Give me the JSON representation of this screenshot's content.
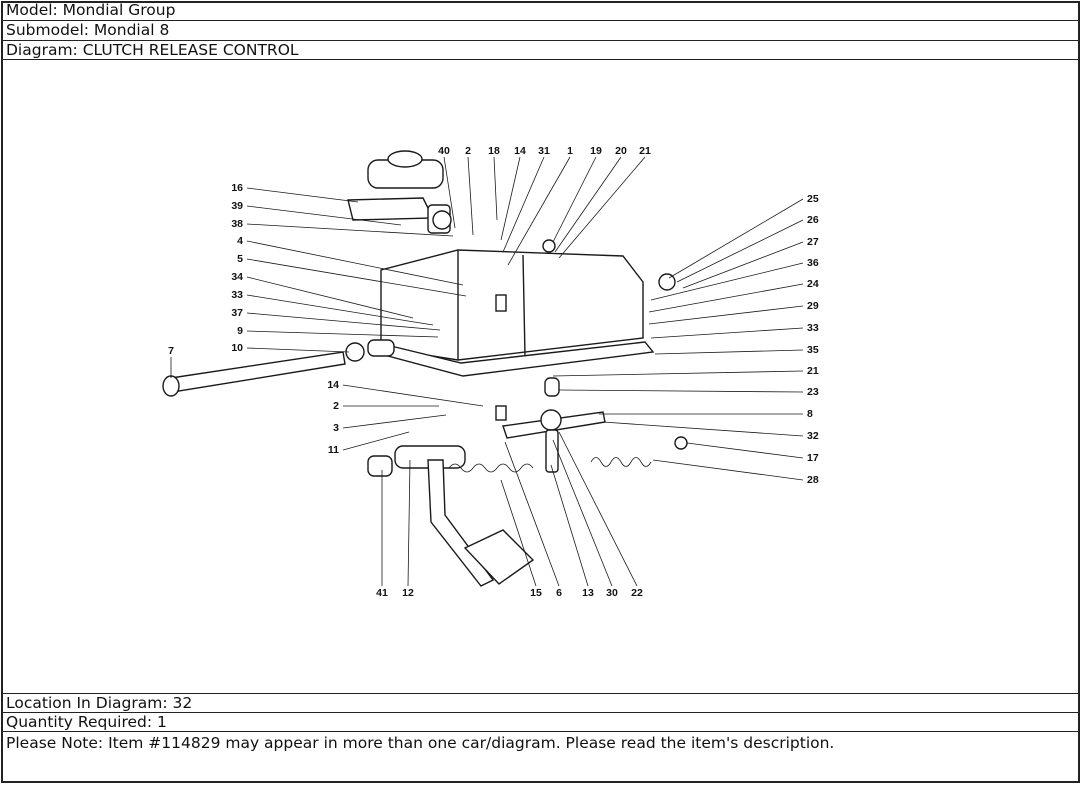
{
  "header": {
    "model": "Model: Mondial Group",
    "submodel": "Submodel: Mondial 8",
    "diagram": "Diagram: CLUTCH RELEASE CONTROL"
  },
  "footer": {
    "location": "Location In Diagram: 32",
    "quantity": "Quantity Required: 1",
    "note": "Please Note: Item #114829 may appear in more than one car/diagram. Please read the item's description."
  },
  "callouts": {
    "top": [
      "40",
      "2",
      "18",
      "14",
      "31",
      "1",
      "19",
      "20",
      "21"
    ],
    "left": [
      "16",
      "39",
      "38",
      "4",
      "5",
      "34",
      "33",
      "37",
      "9",
      "10",
      "7",
      "14",
      "2",
      "3",
      "11"
    ],
    "right": [
      "25",
      "26",
      "27",
      "36",
      "24",
      "29",
      "33",
      "35",
      "21",
      "23",
      "8",
      "32",
      "17",
      "28"
    ],
    "bottom": [
      "41",
      "12",
      "15",
      "6",
      "13",
      "30",
      "22"
    ]
  }
}
